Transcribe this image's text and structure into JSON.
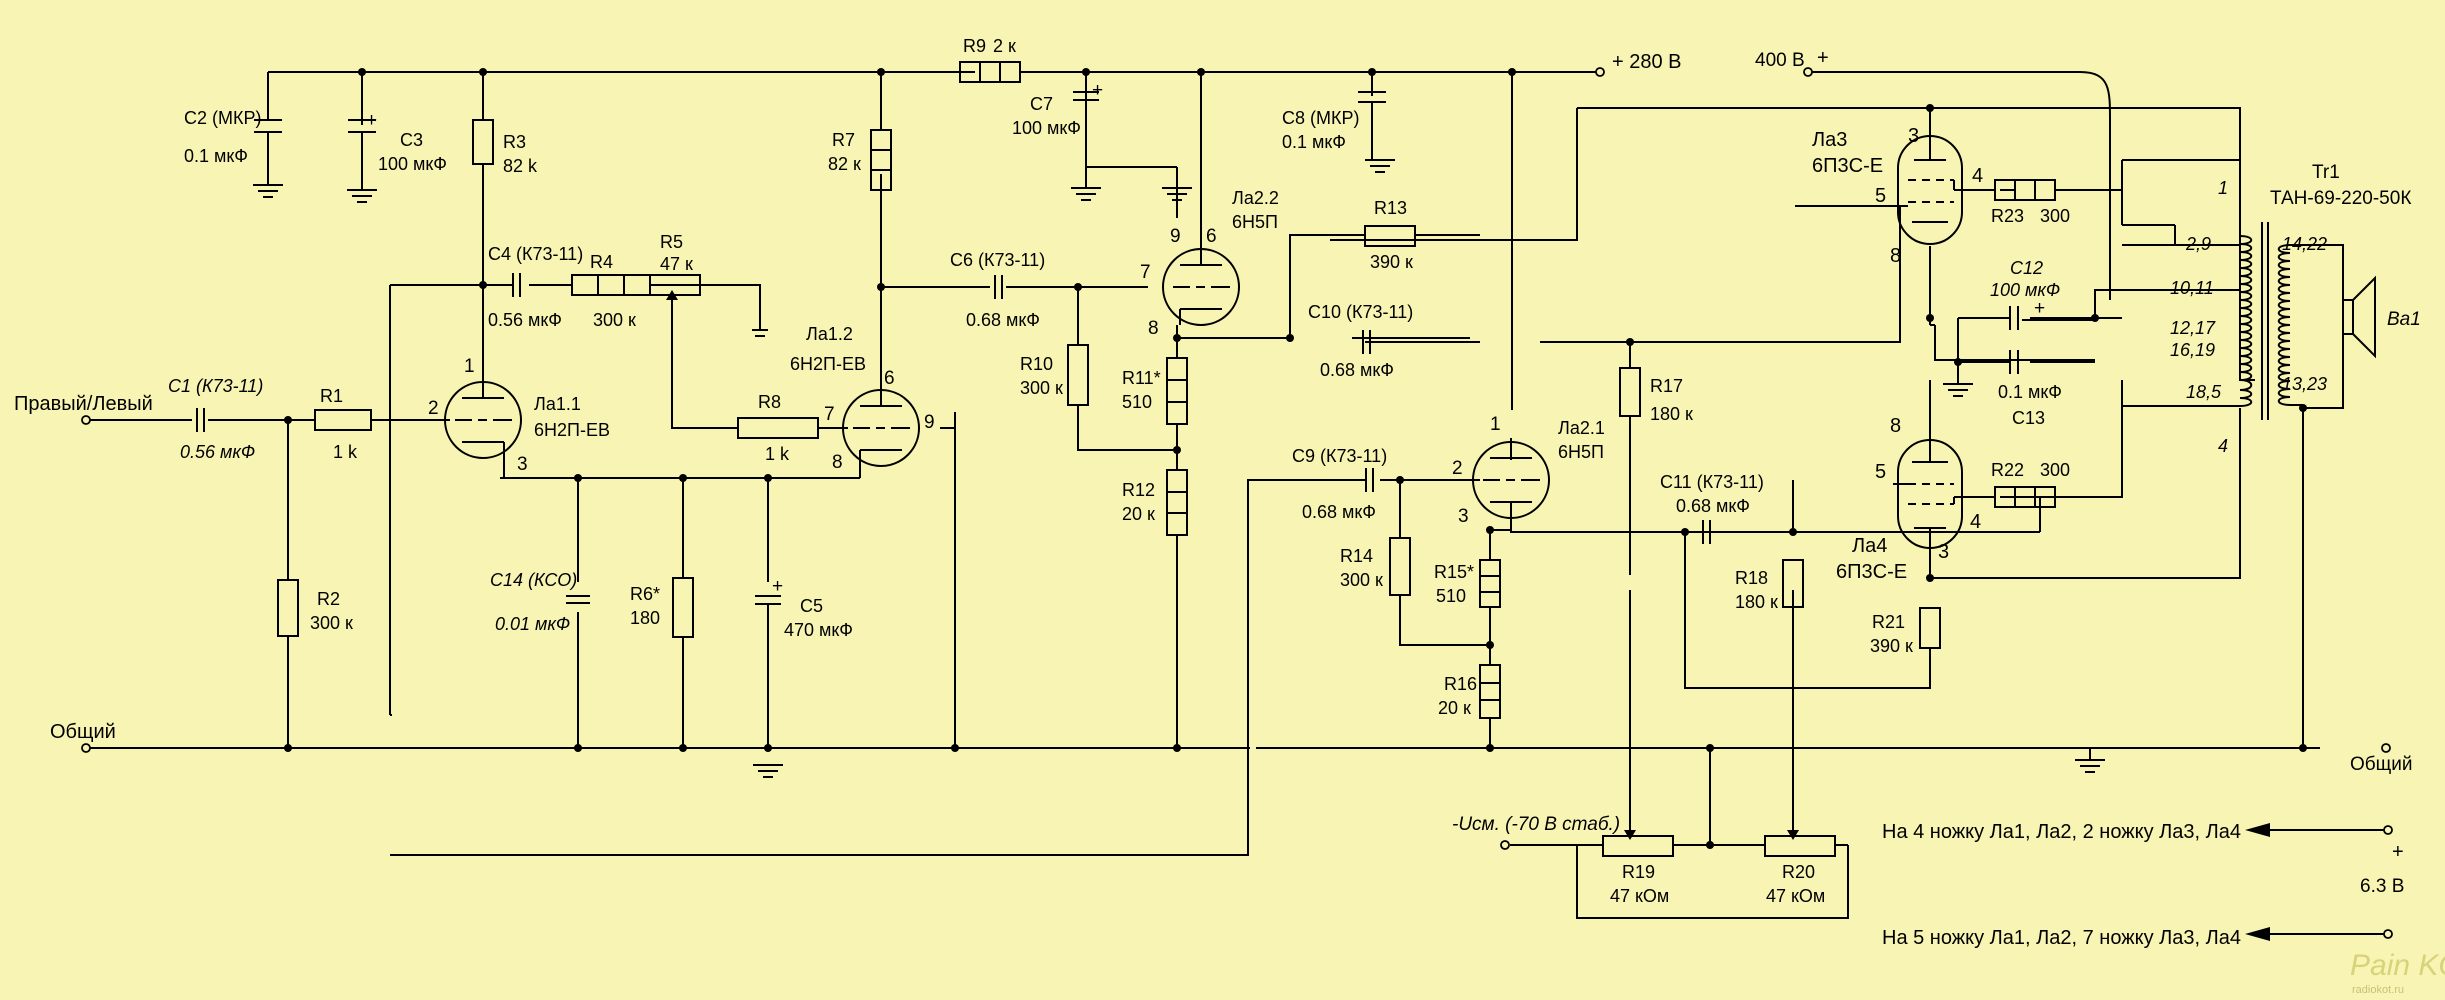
{
  "input": {
    "label": "Правый/Левый",
    "ground": "Общий"
  },
  "supply": {
    "b280": "+ 280 В",
    "b400": "400 В",
    "plus": "+",
    "heater_voltage": "6.3 В",
    "bias": "-Uсм. (-70 В стаб.)"
  },
  "output": {
    "ground": "Общий",
    "speaker": "Ва1"
  },
  "notes": {
    "pin4": "На 4 ножку Ла1, Ла2, 2 ножку Ла3, Ла4",
    "pin5": "На 5 ножку Ла1, Ла2, 7 ножку Ла3, Ла4"
  },
  "watermark": {
    "text": "Pain KOT",
    "site": "radiokot.ru"
  },
  "resistors": {
    "R1": {
      "name": "R1",
      "value": "1 k"
    },
    "R2": {
      "name": "R2",
      "value": "300 к"
    },
    "R3": {
      "name": "R3",
      "value": "82 k"
    },
    "R4": {
      "name": "R4",
      "value": "300 к"
    },
    "R5": {
      "name": "R5",
      "value": "47 к"
    },
    "R6": {
      "name": "R6*",
      "value": "180"
    },
    "R7": {
      "name": "R7",
      "value": "82 к"
    },
    "R8": {
      "name": "R8",
      "value": "1 k"
    },
    "R9": {
      "name": "R9",
      "value": "2 к"
    },
    "R10": {
      "name": "R10",
      "value": "300 к"
    },
    "R11": {
      "name": "R11*",
      "value": "510"
    },
    "R12": {
      "name": "R12",
      "value": "20 к"
    },
    "R13": {
      "name": "R13",
      "value": "390 к"
    },
    "R14": {
      "name": "R14",
      "value": "300 к"
    },
    "R15": {
      "name": "R15*",
      "value": "510"
    },
    "R16": {
      "name": "R16",
      "value": "20 к"
    },
    "R17": {
      "name": "R17",
      "value": "180 к"
    },
    "R18": {
      "name": "R18",
      "value": "180 к"
    },
    "R19": {
      "name": "R19",
      "value": "47 кОм"
    },
    "R20": {
      "name": "R20",
      "value": "47 кОм"
    },
    "R21": {
      "name": "R21",
      "value": "390 к"
    },
    "R22": {
      "name": "R22",
      "value": "300"
    },
    "R23": {
      "name": "R23",
      "value": "300"
    }
  },
  "capacitors": {
    "C1": {
      "name": "C1 (К73-11)",
      "value": "0.56 мкФ"
    },
    "C2": {
      "name": "C2 (МКР)",
      "value": "0.1 мкФ"
    },
    "C3": {
      "name": "C3",
      "value": "100 мкФ"
    },
    "C4": {
      "name": "C4 (К73-11)",
      "value": "0.56 мкФ"
    },
    "C5": {
      "name": "C5",
      "value": "470 мкФ"
    },
    "C6": {
      "name": "C6 (К73-11)",
      "value": "0.68 мкФ"
    },
    "C7": {
      "name": "C7",
      "value": "100 мкФ"
    },
    "C8": {
      "name": "C8 (МКР)",
      "value": "0.1 мкФ"
    },
    "C9": {
      "name": "C9 (К73-11)",
      "value": "0.68 мкФ"
    },
    "C10": {
      "name": "C10 (К73-11)",
      "value": "0.68 мкФ"
    },
    "C11": {
      "name": "C11 (К73-11)",
      "value": "0.68 мкФ"
    },
    "C12": {
      "name": "C12",
      "value": "100 мкФ"
    },
    "C13": {
      "name": "C13",
      "value": "0.1 мкФ"
    },
    "C14": {
      "name": "C14 (КСО)",
      "value": "0.01 мкФ"
    }
  },
  "tubes": {
    "La11": {
      "name": "Ла1.1",
      "type": "6Н2П-ЕВ"
    },
    "La12": {
      "name": "Ла1.2",
      "type": "6Н2П-ЕВ"
    },
    "La21": {
      "name": "Ла2.1",
      "type": "6Н5П"
    },
    "La22": {
      "name": "Ла2.2",
      "type": "6Н5П"
    },
    "La3": {
      "name": "Ла3",
      "type": "6П3С-Е"
    },
    "La4": {
      "name": "Ла4",
      "type": "6П3С-Е"
    }
  },
  "pins": {
    "la11_grid": "2",
    "la11_anode": "1",
    "la11_cathode": "3",
    "la12_grid": "7",
    "la12_anode": "6",
    "la12_cathode": "8",
    "la12_heater": "9",
    "la22_grid": "7",
    "la22_anode": "6",
    "la22_cathode": "8",
    "la22_heater": "9",
    "la21_grid": "2",
    "la21_anode": "1",
    "la21_cathode": "3",
    "la3_anode": "3",
    "la3_grid": "5",
    "la3_screen": "4",
    "la3_cathode": "8",
    "la4_anode": "3",
    "la4_grid": "5",
    "la4_screen": "4",
    "la4_cathode": "8"
  },
  "transformer": {
    "name": "Tr1",
    "type": "ТАН-69-220-50К",
    "taps": {
      "p1": "1",
      "p29": "2,9",
      "p1011": "10,11",
      "p1217": "12,17",
      "p1619": "16,19",
      "p185": "18,5",
      "p4": "4",
      "s1422": "14,22",
      "s1323": "13,23"
    }
  }
}
